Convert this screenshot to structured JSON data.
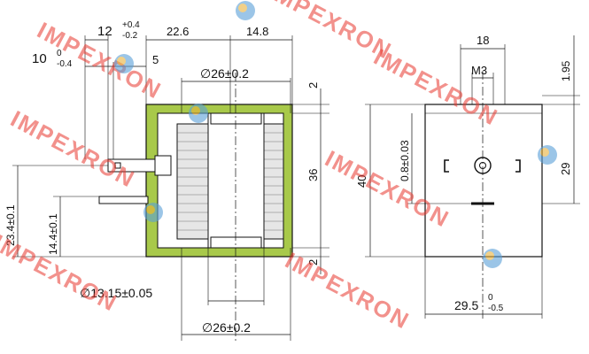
{
  "drawing": {
    "side_view": {
      "dims": {
        "width_12": "12",
        "tol_12_upper": "+0.4",
        "tol_12_lower": "-0.2",
        "width_10": "10",
        "tol_10_upper": "0",
        "tol_10_lower": "-0.4",
        "offset_5": "5",
        "length_22_6": "22.6",
        "length_14_8": "14.8",
        "bore_top": "∅26±0.2",
        "top_gap": "2",
        "height_36": "36",
        "bottom_gap": "2",
        "height_23_4": "23.4±0.1",
        "height_14_4": "14.4±0.1",
        "inner_bore": "∅13.15±0.05",
        "bore_bottom": "∅26±0.2"
      }
    },
    "front_view": {
      "dims": {
        "width_18": "18",
        "thread": "M3",
        "top_1_95": "1.95",
        "offset_0_8": "0.8±0.03",
        "height_40": "40",
        "height_29": "29",
        "width_29_5": "29.5",
        "tol_29_5_upper": "0",
        "tol_29_5_lower": "-0.5"
      }
    },
    "colors": {
      "coil_fill": "#a8c94a",
      "lines": "#111111",
      "watermark": "#e8392f"
    }
  },
  "watermark": {
    "text": "IMPEXRON"
  }
}
